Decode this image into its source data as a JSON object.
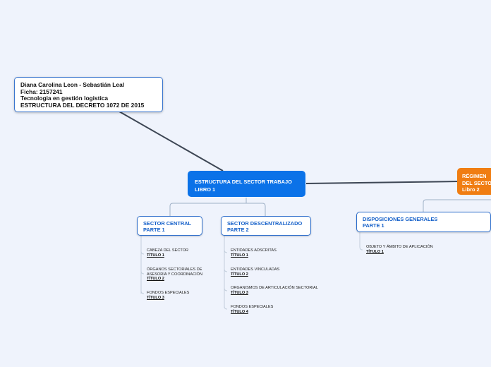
{
  "info_node": {
    "lines": [
      "Diana Carolina Leon - Sebastián Leal",
      "Ficha: 2157241",
      "Tecnologia en gestión logistica",
      "ESTRUCTURA DEL DECRETO 1072 DE 2015"
    ]
  },
  "main_node": {
    "line1": "ESTRUCTURA DEL SECTOR  TRABAJO",
    "line2": "LIBRO 1"
  },
  "libro2_node": {
    "line1": "RÉGIMEN",
    "line2": "DEL SECTO",
    "line3": "Libro 2"
  },
  "central": {
    "line1": "SECTOR CENTRAL",
    "line2": "PARTE 1",
    "items": [
      {
        "lines": [
          "CABEZA DEL SECTOR"
        ],
        "title": "TÍTULO 1"
      },
      {
        "lines": [
          "ÓRGANOS SECTORIALES DE",
          "ASESORÍA Y COORDINACIÓN"
        ],
        "title": "TÍTULO 2"
      },
      {
        "lines": [
          "FONDOS ESPECIALES"
        ],
        "title": "TÍTULO 3"
      }
    ]
  },
  "descentralizado": {
    "line1": "SECTOR DESCENTRALIZADO",
    "line2": "PARTE 2",
    "items": [
      {
        "lines": [
          "ENTIDADES ADSCRITAS"
        ],
        "title": "TÍTULO 1"
      },
      {
        "lines": [
          "ENTIDADES VINCULADAS"
        ],
        "title": "TÍTULO 2"
      },
      {
        "lines": [
          "ORGANISMOS DE ARTICULACIÓN SECTORIAL"
        ],
        "title": "TÍTULO 3"
      },
      {
        "lines": [
          "FONDOS ESPECIALES"
        ],
        "title": "TÍTULO 4"
      }
    ]
  },
  "disposiciones": {
    "line1": "DISPOSICIONES GENERALES",
    "line2": "PARTE 1",
    "items": [
      {
        "lines": [
          "OBJETO Y ÁMBITO DE APLICACIÓN"
        ],
        "title": "TÍTULO 1"
      }
    ]
  }
}
